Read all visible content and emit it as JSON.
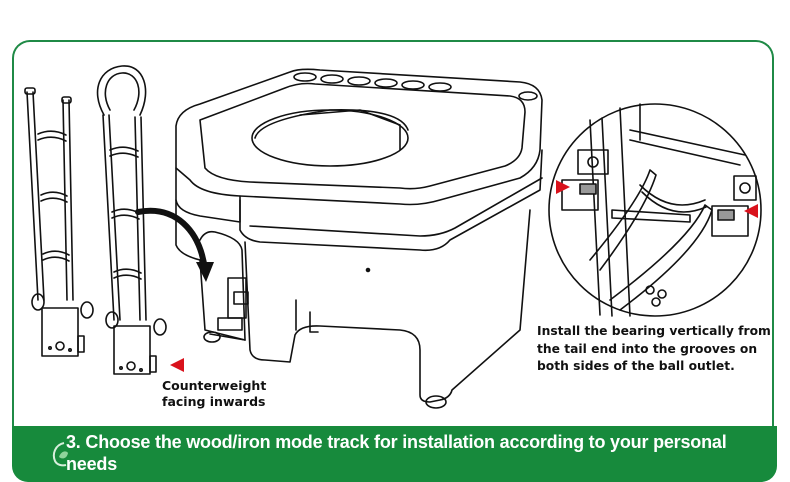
{
  "step": {
    "title": "3. Choose the wood/iron mode track for installation according to your personal needs"
  },
  "captions": {
    "counterweight": "Counterweight facing inwards",
    "bearing": "Install the bearing vertically from the tail end into the grooves on both sides of the ball outlet."
  },
  "colors": {
    "brand_green": "#178a3c",
    "frame_green": "#1f8a46",
    "marker_red": "#d9121c"
  }
}
